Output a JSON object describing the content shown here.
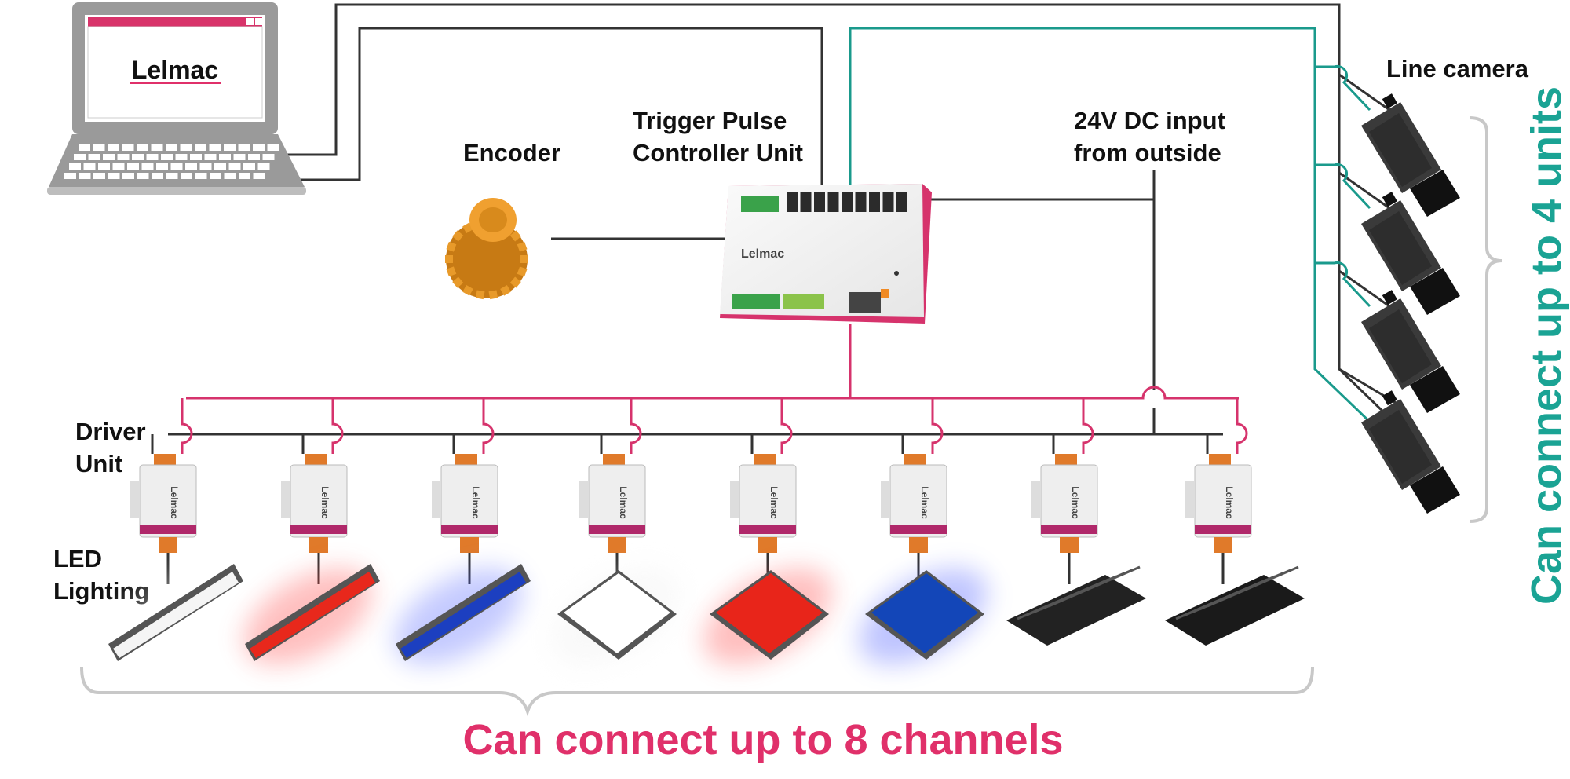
{
  "colors": {
    "wire_dark": "#333333",
    "wire_pink": "#d6336c",
    "wire_teal": "#1a9a8c",
    "brace": "#c8c8c8",
    "brand_pink": "#e0306a",
    "teal_text": "#1aa394"
  },
  "labels": {
    "encoder": "Encoder",
    "controller_line1": "Trigger Pulse",
    "controller_line2": "Controller Unit",
    "dc_line1": "24V DC input",
    "dc_line2": "from outside",
    "line_camera": "Line camera",
    "driver_line1": "Driver",
    "driver_line2": "Unit",
    "led_line1": "LED",
    "led_line2": "Lighting"
  },
  "captions": {
    "channels": "Can connect up to 8 channels",
    "units": "Can connect up to 4 units"
  },
  "branding": {
    "logo": "Lelmac",
    "device_logo": "Lelmac"
  },
  "icons": {
    "laptop": "laptop-icon",
    "encoder": "encoder-icon",
    "controller": "controller-unit-icon",
    "camera": "line-camera-icon",
    "driver": "driver-unit-icon"
  },
  "led_lights": [
    {
      "kind": "bar",
      "glow": "#ffffff",
      "face": "#f5f5f5"
    },
    {
      "kind": "bar",
      "glow": "#ff4a4a",
      "face": "#e8281c"
    },
    {
      "kind": "bar",
      "glow": "#5a6aff",
      "face": "#1c3fc0"
    },
    {
      "kind": "panel",
      "glow": "#eeeeee",
      "face": "#ffffff"
    },
    {
      "kind": "panel",
      "glow": "#ff4a4a",
      "face": "#e8251a"
    },
    {
      "kind": "panel",
      "glow": "#4a5aff",
      "face": "#1346b8"
    },
    {
      "kind": "black",
      "glow": "none",
      "face": "#222222"
    },
    {
      "kind": "black",
      "glow": "none",
      "face": "#1a1a1a"
    }
  ]
}
